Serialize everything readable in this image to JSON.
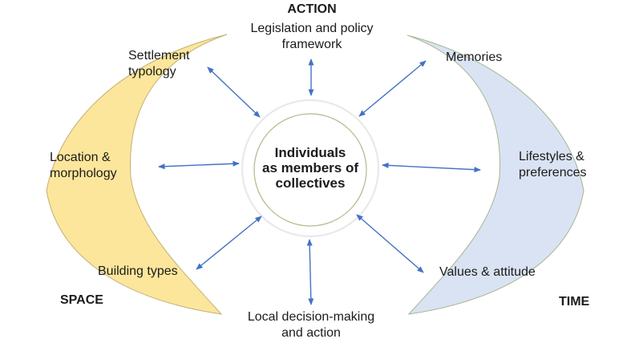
{
  "diagram": {
    "center": {
      "lines": [
        "Individuals",
        "as members of",
        "collectives"
      ]
    },
    "axes": {
      "action": "ACTION",
      "space": "SPACE",
      "time": "TIME"
    },
    "nodes": {
      "legislation": {
        "lines": [
          "Legislation and policy",
          "framework"
        ]
      },
      "settlement": {
        "lines": [
          "Settlement",
          "typology"
        ]
      },
      "memories": {
        "lines": [
          "Memories"
        ]
      },
      "location": {
        "lines": [
          "Location &",
          "morphology"
        ]
      },
      "lifestyles": {
        "lines": [
          "Lifestyles &",
          "preferences"
        ]
      },
      "building_types": {
        "lines": [
          "Building types"
        ]
      },
      "values": {
        "lines": [
          "Values & attitude"
        ]
      },
      "local_decision": {
        "lines": [
          "Local decision-making",
          "and action"
        ]
      }
    },
    "colors": {
      "space_crescent_fill": "#FCE69B",
      "space_crescent_stroke": "#C2B075",
      "time_crescent_fill": "#DAE3F3",
      "time_crescent_stroke": "#A6B591",
      "outer_circle_stroke": "#E9E9E9",
      "inner_circle_stroke": "#A9BC8B",
      "arrow": "#4472C4",
      "text": "#1B1B1B"
    }
  }
}
